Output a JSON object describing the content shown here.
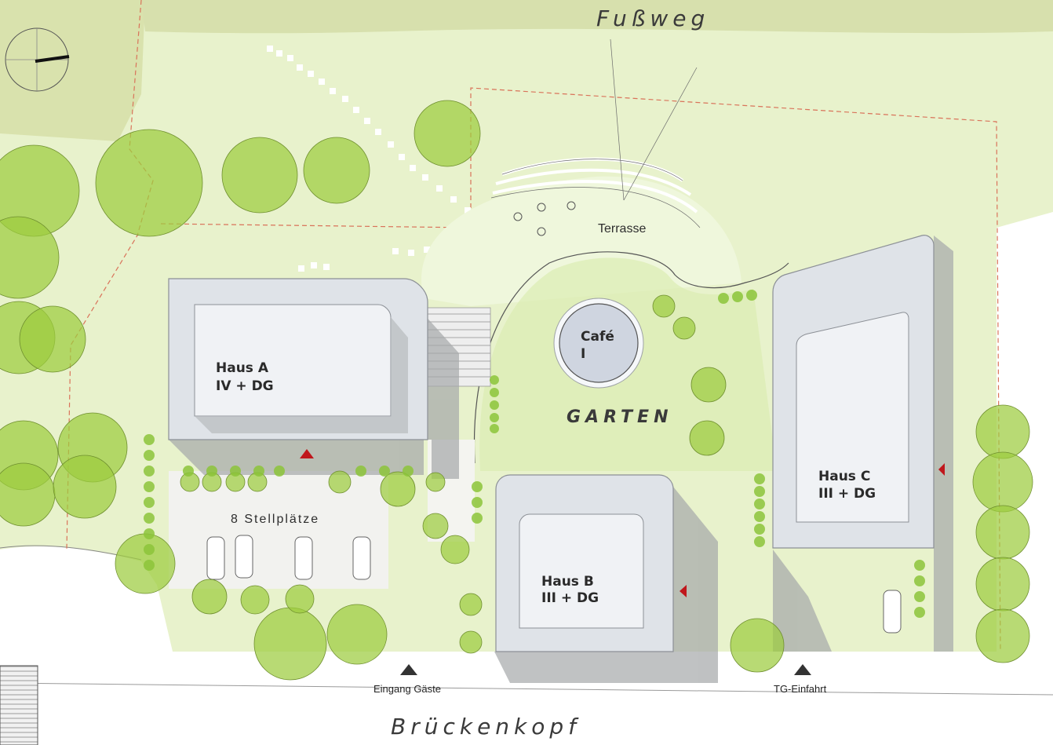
{
  "labels": {
    "fussweg": "Fußweg",
    "brueckenkopf": "Brückenkopf",
    "terrasse": "Terrasse",
    "garten": "GARTEN",
    "cafe_line1": "Café",
    "cafe_line2": "I",
    "haus_a_line1": "Haus A",
    "haus_a_line2": "IV + DG",
    "haus_b_line1": "Haus B",
    "haus_b_line2": "III + DG",
    "haus_c_line1": "Haus C",
    "haus_c_line2": "III + DG",
    "stellplaetze": "8 Stellplätze",
    "eingang": "Eingang Gäste",
    "tg_einfahrt": "TG-Einfahrt"
  },
  "colors": {
    "lawn": "#e6f1c8",
    "garden": "#d5e8a8",
    "tree": "#9ccc3f",
    "building": "#e8ebef",
    "building_edge": "#8c9096",
    "shadow": "#a4a7a8",
    "parcel_line": "#d9735a",
    "marker": "#c0171c",
    "path": "#d8dfb0"
  }
}
